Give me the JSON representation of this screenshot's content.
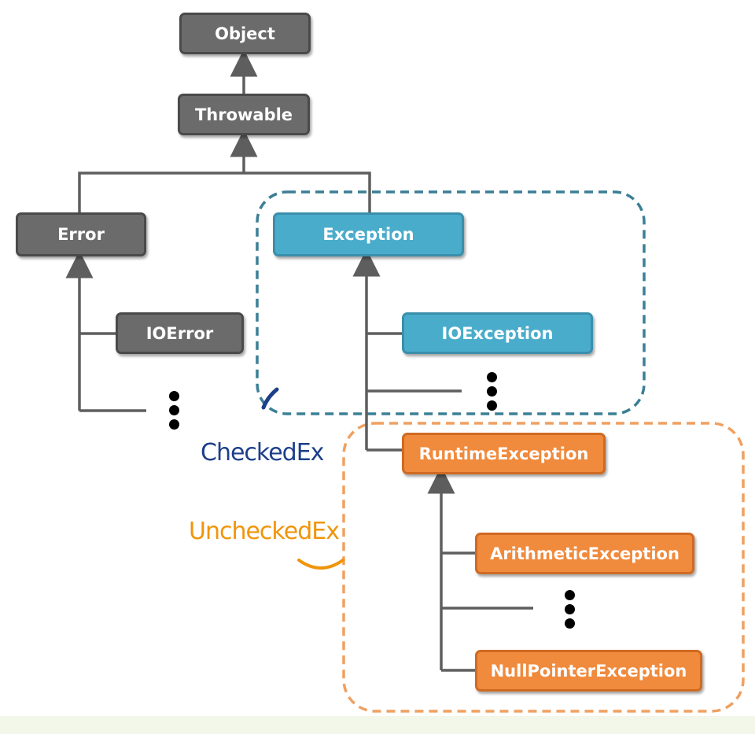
{
  "nodes": {
    "object": "Object",
    "throwable": "Throwable",
    "error": "Error",
    "ioerror": "IOError",
    "exception": "Exception",
    "ioexception": "IOException",
    "runtime": "RuntimeException",
    "arithmetic": "ArithmeticException",
    "nullpointer": "NullPointerException"
  },
  "annotations": {
    "checked": "CheckedEx",
    "unchecked": "UncheckedEx"
  },
  "colors": {
    "gray_node": "#6b6b6b",
    "blue_node": "#4aaccb",
    "orange_node": "#f08a3c",
    "checked_box": "#3a7f95",
    "unchecked_box": "#f0a060",
    "checked_text": "#1d3f8a",
    "unchecked_text": "#f0950a",
    "connector": "#5e5e5e"
  }
}
